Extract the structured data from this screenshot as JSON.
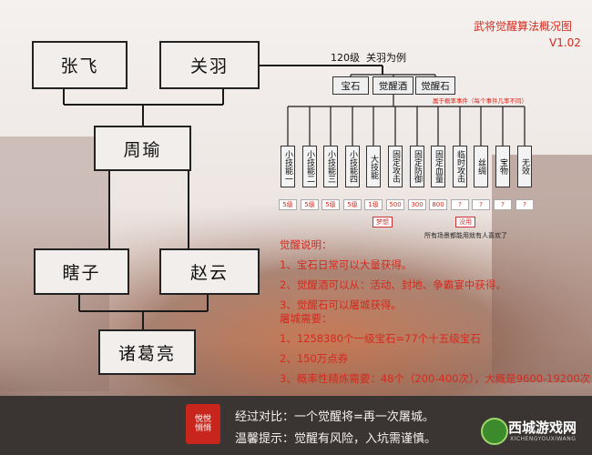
{
  "header": {
    "title": "武将觉醒算法概况图",
    "version": "V1.02"
  },
  "generals": {
    "zhangfei": "张飞",
    "guanyu": "关羽",
    "zhouyu": "周瑜",
    "xiazi": "瞎子",
    "zhaoyun": "赵云",
    "zhugeliang": "诸葛亮"
  },
  "example": {
    "caption": "120级  关羽为例",
    "items": [
      "宝石",
      "觉醒酒",
      "觉醒石"
    ],
    "prob_note": "属于概率事件（每个事件几率不同）",
    "skills": [
      "小技能一",
      "小技能二",
      "小技能三",
      "小技能四",
      "大技能",
      "固定攻击",
      "固定防御",
      "固定血量",
      "临时攻击",
      "丝绸",
      "宝物",
      "无效"
    ],
    "levels": [
      "5级",
      "5级",
      "5级",
      "5级",
      "1级",
      "500",
      "300",
      "800",
      "?",
      "?",
      "?",
      "?"
    ],
    "tag_dream": "梦想",
    "tag_useless": "没用",
    "note_all": "所有场景都能用就有人喜欢了"
  },
  "awaken": {
    "heading": "觉醒说明：",
    "lines": [
      "1、宝石日常可以大量获得。",
      "2、觉醒酒可以从：活动、封地、争霸宴中获得。",
      "3、觉醒石可以屠城获得。"
    ]
  },
  "massacre": {
    "heading": "屠城需要：",
    "lines": [
      "1、1258380个一级宝石=77个十五级宝石",
      "2、150万点券",
      "3、概率性精炼需要：48个（200-400次），大概是9600-19200次"
    ]
  },
  "footer": {
    "stamp": "悦悦悄悄",
    "line1": "经过对比：一个觉醒将=再一次屠城。",
    "line2": "温馨提示：觉醒有风险，入坑需谨慎。",
    "logo_text": "西城游戏网",
    "logo_sub": "XICHENGYOUXIWANG"
  },
  "colors": {
    "accent_red": "#d42a1f",
    "box_border": "#222222",
    "footer_bg": "#3a3533"
  }
}
